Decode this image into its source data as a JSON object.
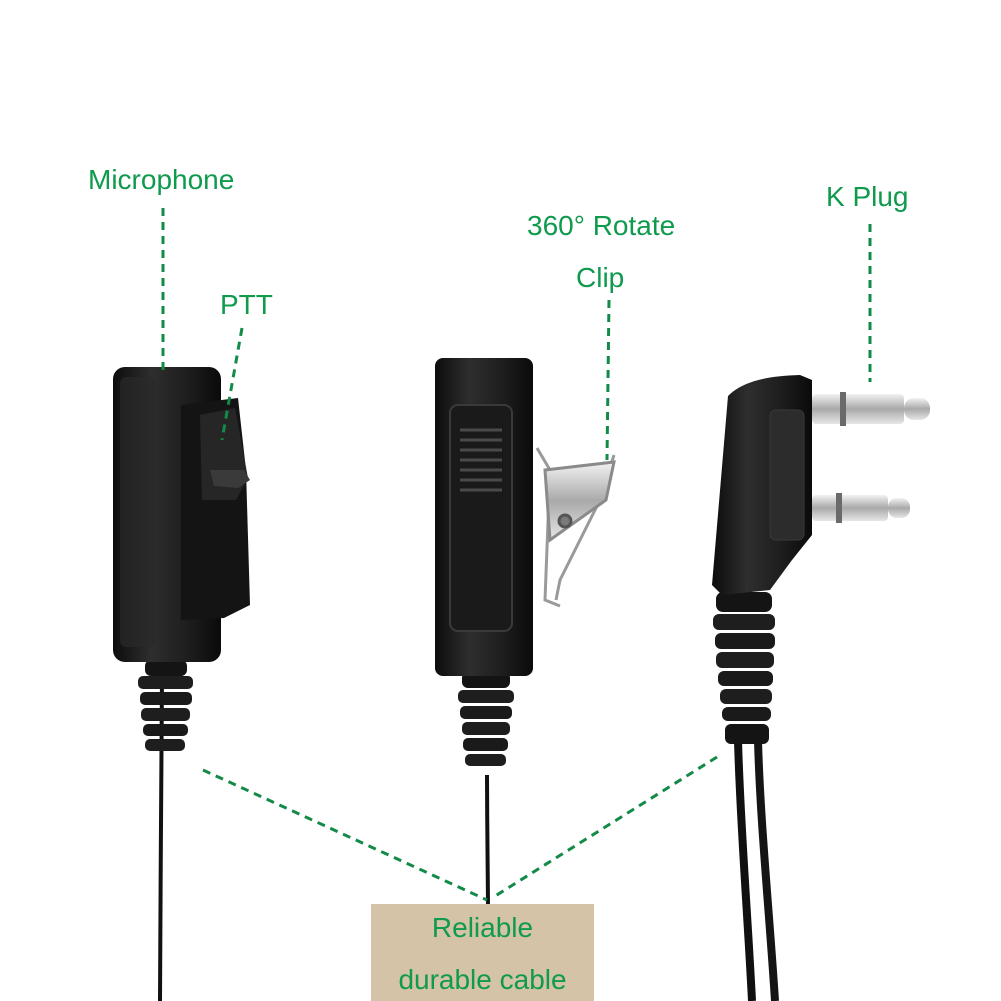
{
  "colors": {
    "label": "#0f9a4e",
    "leader": "#138a48",
    "cable_box": "#d4c3a6",
    "plastic": "#1c1c1c",
    "metal": "#c9c9c9"
  },
  "labels": {
    "microphone": "Microphone",
    "ptt": "PTT",
    "rotate": "360° Rotate",
    "clip": "Clip",
    "k_plug": "K Plug",
    "cable_line1": "Reliable",
    "cable_line2": "durable cable"
  }
}
